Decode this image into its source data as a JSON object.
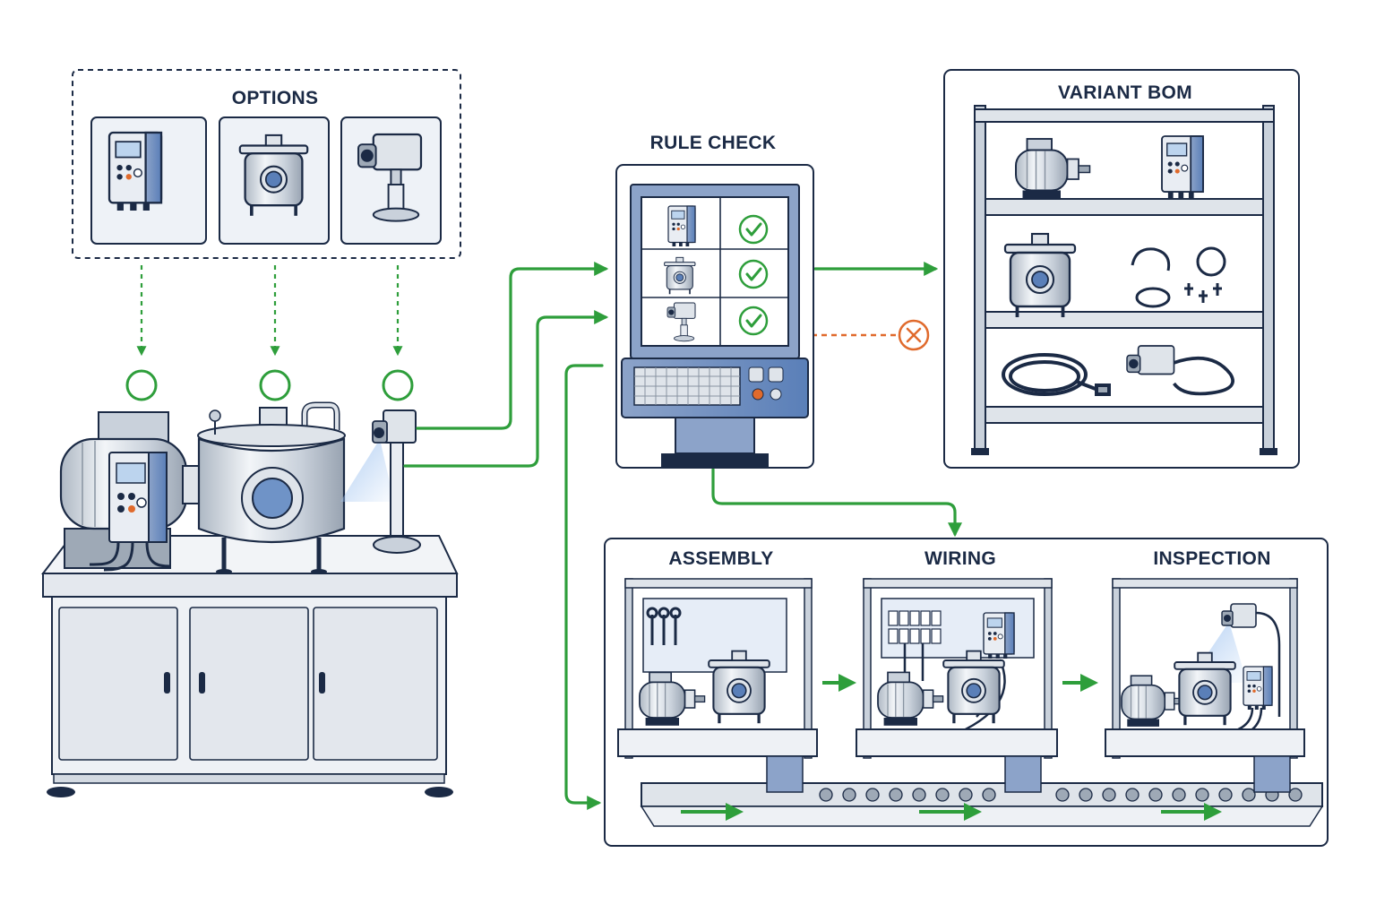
{
  "labels": {
    "options": "OPTIONS",
    "rule_check": "RULE CHECK",
    "variant_bom": "VARIANT BOM",
    "assembly": "ASSEMBLY",
    "wiring": "WIRING",
    "inspection": "INSPECTION"
  },
  "option_items": [
    "controller-icon",
    "vessel-icon",
    "camera-icon"
  ],
  "rule_check_rows": [
    {
      "item": "controller-icon",
      "status": "ok"
    },
    {
      "item": "vessel-icon",
      "status": "ok"
    },
    {
      "item": "camera-icon",
      "status": "ok"
    }
  ],
  "rejected_path_icon": "x-circle-icon",
  "colors": {
    "accept": "#2e9e3b",
    "reject": "#e06a2c",
    "outline": "#1b2a45",
    "steel": "#cfd6df",
    "accent_blue": "#5a7fb8"
  }
}
